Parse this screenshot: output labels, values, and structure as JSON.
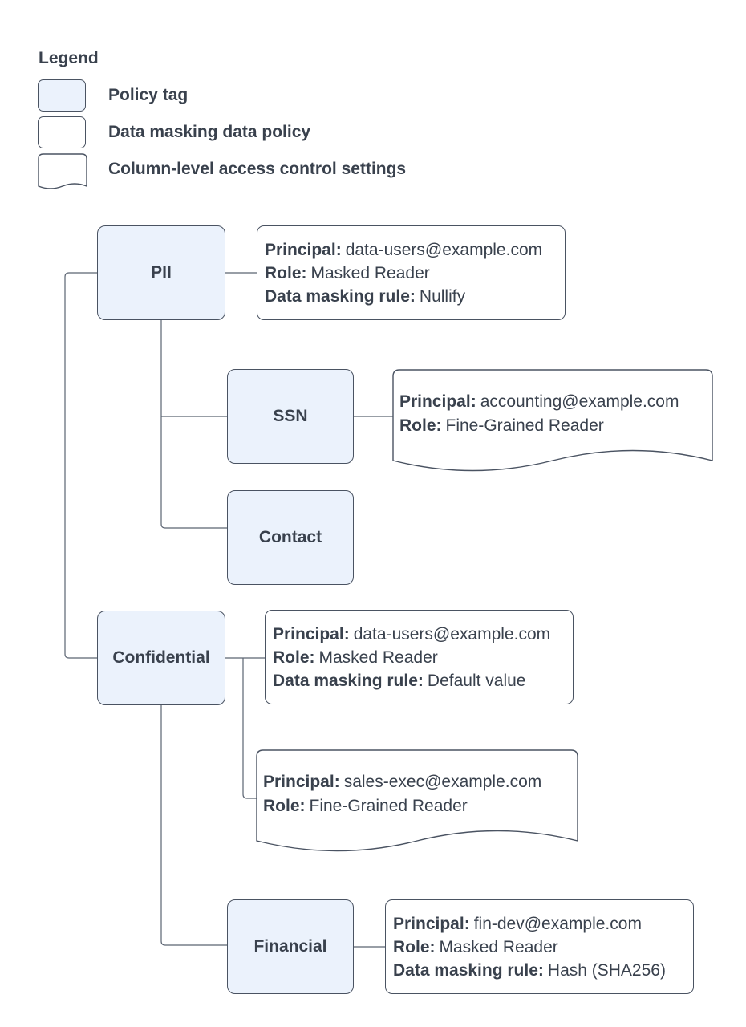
{
  "legend": {
    "title": "Legend",
    "items": [
      {
        "shape": "policy-tag",
        "label": "Policy tag"
      },
      {
        "shape": "data-masking-policy",
        "label": "Data masking data policy"
      },
      {
        "shape": "access-control",
        "label": "Column-level access control settings"
      }
    ]
  },
  "tags": {
    "pii": {
      "label": "PII"
    },
    "ssn": {
      "label": "SSN"
    },
    "contact": {
      "label": "Contact"
    },
    "confidential": {
      "label": "Confidential"
    },
    "financial": {
      "label": "Financial"
    }
  },
  "policies": {
    "pii_masking": {
      "kind": "Data masking data policy",
      "lines": [
        {
          "label": "Principal:",
          "value": "data-users@example.com"
        },
        {
          "label": "Role:",
          "value": "Masked Reader"
        },
        {
          "label": "Data masking rule:",
          "value": "Nullify"
        }
      ]
    },
    "ssn_access": {
      "kind": "Column-level access control settings",
      "lines": [
        {
          "label": "Principal:",
          "value": "accounting@example.com"
        },
        {
          "label": "Role:",
          "value": "Fine-Grained Reader"
        }
      ]
    },
    "confidential_masking": {
      "kind": "Data masking data policy",
      "lines": [
        {
          "label": "Principal:",
          "value": "data-users@example.com"
        },
        {
          "label": "Role:",
          "value": "Masked Reader"
        },
        {
          "label": "Data masking rule:",
          "value": "Default value"
        }
      ]
    },
    "confidential_access": {
      "kind": "Column-level access control settings",
      "lines": [
        {
          "label": "Principal:",
          "value": "sales-exec@example.com"
        },
        {
          "label": "Role:",
          "value": "Fine-Grained Reader"
        }
      ]
    },
    "financial_masking": {
      "kind": "Data masking data policy",
      "lines": [
        {
          "label": "Principal:",
          "value": "fin-dev@example.com"
        },
        {
          "label": "Role:",
          "value": "Masked Reader"
        },
        {
          "label": "Data masking rule:",
          "value": "Hash (SHA256)"
        }
      ]
    }
  },
  "colors": {
    "tag_fill": "#ebf2fc",
    "box_border": "#4a5362",
    "connector": "#5b6472",
    "text": "#39414d",
    "background": "#ffffff"
  }
}
